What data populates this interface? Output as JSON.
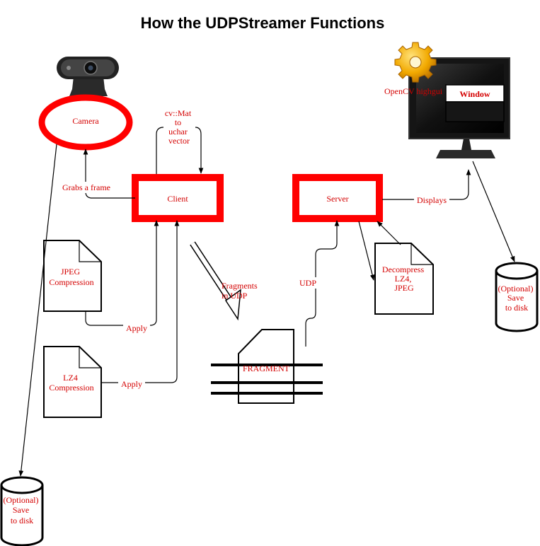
{
  "title": "How the UDPStreamer Functions",
  "nodes": {
    "camera": "Camera",
    "client": "Client",
    "server": "Server",
    "jpeg": [
      "JPEG",
      "Compression"
    ],
    "lz4": [
      "LZ4",
      "Compression"
    ],
    "fragment": "FRAGMENT",
    "decompress": [
      "Decompress",
      "LZ4,",
      "JPEG"
    ],
    "save_left": [
      "(Optional)",
      "Save",
      "to disk"
    ],
    "save_right": [
      "(Optional)",
      "Save",
      "to disk"
    ],
    "opencv": "OpenCV highgui",
    "window": "Window"
  },
  "edges": {
    "grabs": "Grabs a frame",
    "convert": [
      "cv::Mat",
      "to",
      "uchar",
      "vector"
    ],
    "apply_jpeg": "Apply",
    "apply_lz4": "Apply",
    "fragments": [
      "Fragments",
      "in UDP"
    ],
    "udp": "UDP",
    "displays": "Displays"
  },
  "colors": {
    "accent": "#ff0000",
    "label": "#d40000",
    "line": "#000000"
  },
  "icons": [
    "webcam-icon",
    "gear-icon",
    "monitor-icon"
  ]
}
